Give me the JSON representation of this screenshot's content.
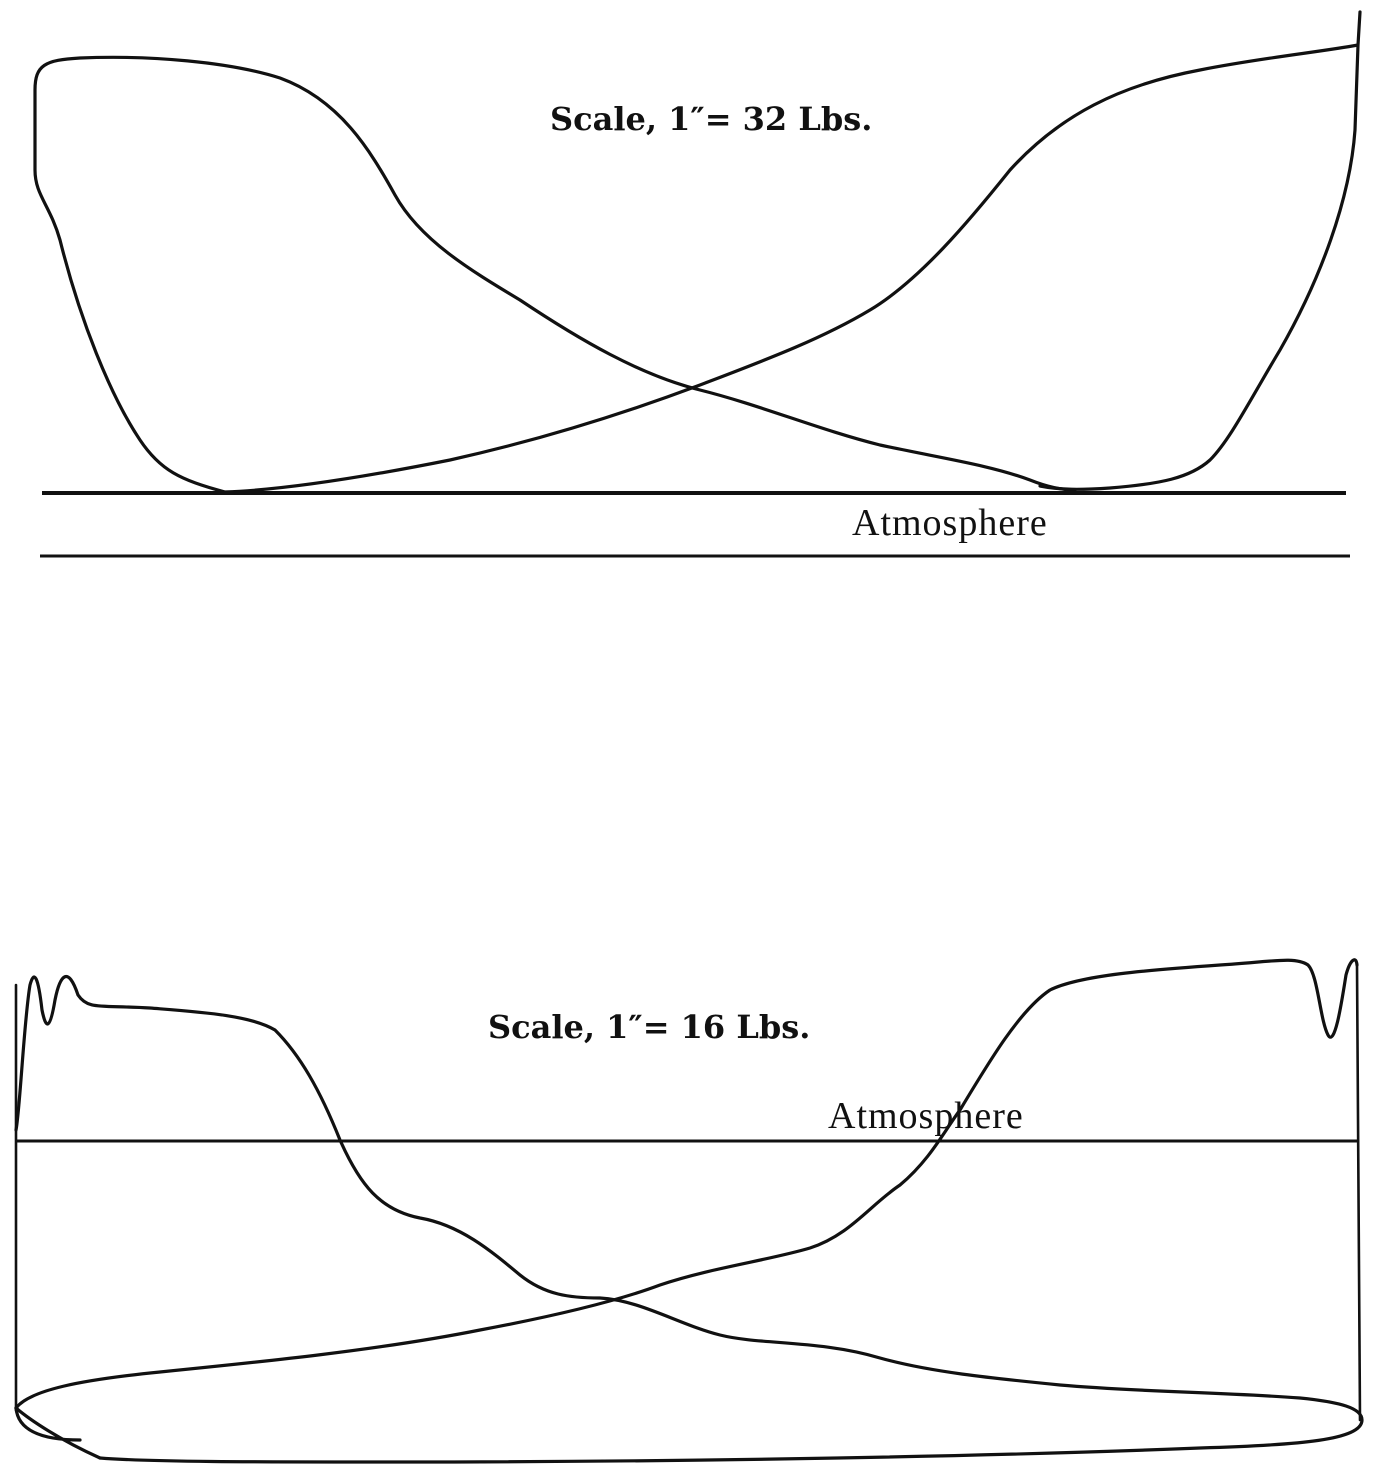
{
  "top_diagram": {
    "scale_label": "Scale, 1″= 32 Lbs.",
    "atmosphere_label": "Atmosphere"
  },
  "bottom_diagram": {
    "scale_label": "Scale, 1″= 16 Lbs.",
    "atmosphere_label": "Atmosphere"
  }
}
